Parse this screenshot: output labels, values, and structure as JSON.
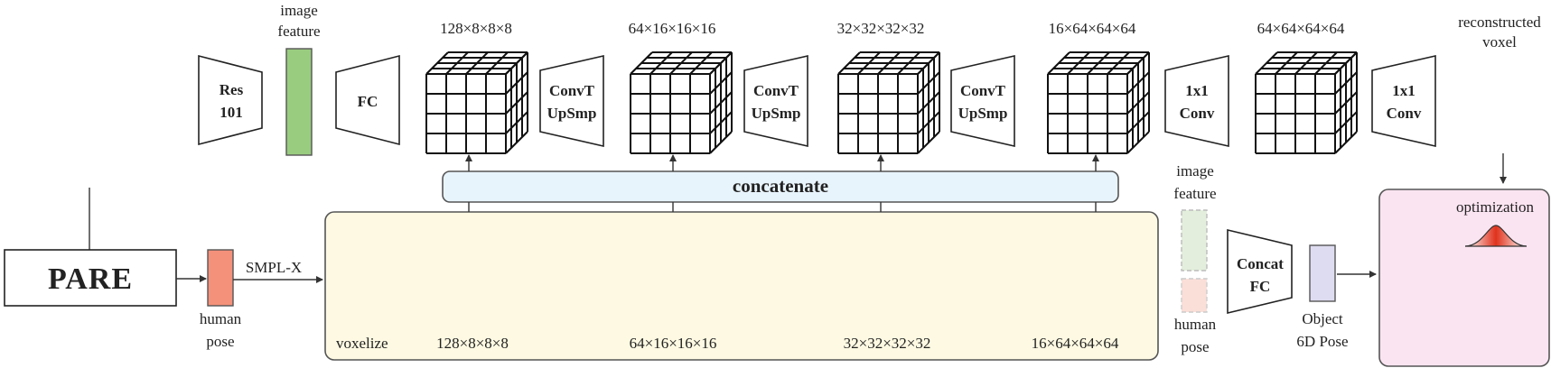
{
  "colors": {
    "image_feature": "#99cc7f",
    "human_pose": "#f4917a",
    "concat_box": "#e8f4fc",
    "voxel_box": "#fdf9e2",
    "object_pose": "#dedcf0",
    "optimization_box": "#fbe4f1",
    "gaussian": "#e0321c",
    "image_feature_faded": "#e3efdc",
    "human_pose_faded": "#fadfd8"
  },
  "top": {
    "image_feature_label_line1": "image",
    "image_feature_label_line2": "feature",
    "res_line1": "Res",
    "res_line2": "101",
    "fc": "FC",
    "upsample_line1": "ConvT",
    "upsample_line2": "UpSmp",
    "conv_line1": "1x1",
    "conv_line2": "Conv",
    "cube_dims": [
      "128×8×8×8",
      "64×16×16×16",
      "32×32×32×32",
      "16×64×64×64",
      "64×64×64×64"
    ],
    "reconstructed_line1": "reconstructed",
    "reconstructed_line2": "voxel"
  },
  "middle": {
    "concatenate": "concatenate"
  },
  "bottom": {
    "pare": "PARE",
    "smplx": "SMPL-X",
    "human_pose_line1": "human",
    "human_pose_line2": "pose",
    "voxelize": "voxelize",
    "voxel_dims": [
      "128×8×8×8",
      "64×16×16×16",
      "32×32×32×32",
      "16×64×64×64"
    ],
    "image_feature_line1": "image",
    "image_feature_line2": "feature",
    "concat_fc_line1": "Concat",
    "concat_fc_line2": "FC",
    "object_line1": "Object",
    "object_line2": "6D Pose",
    "optimization": "optimization"
  }
}
